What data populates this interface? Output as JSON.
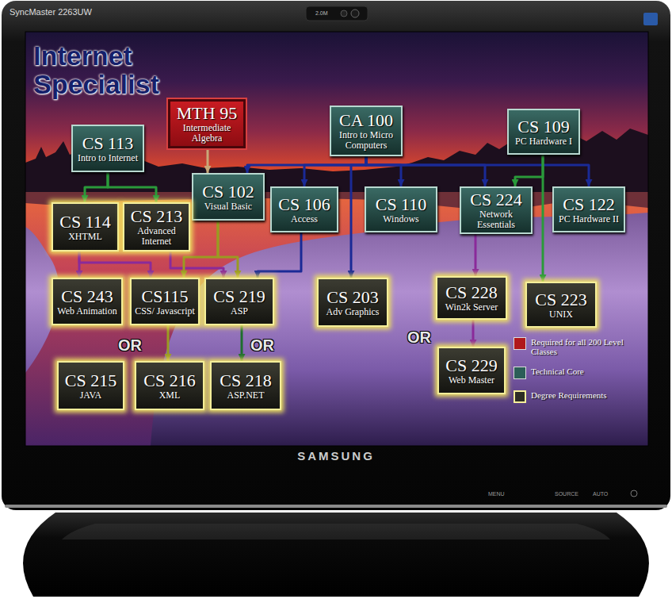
{
  "diagram": {
    "title": "Internet Specialist",
    "nodes": [
      {
        "text": [
          "CS 113",
          "Intro to Internet"
        ]
      },
      {
        "text": [
          "MTH 95",
          "Intermediate Algebra"
        ]
      },
      {
        "text": [
          "CA 100",
          "Intro to Micro Computers"
        ]
      },
      {
        "text": [
          "CS 109",
          "PC Hardware I"
        ]
      },
      {
        "text": [
          "CS 102",
          "Visual Basic"
        ]
      },
      {
        "text": [
          "CS 106",
          "Access"
        ]
      },
      {
        "text": [
          "CS 110",
          "Windows"
        ]
      },
      {
        "text": [
          "CS 224",
          "Network Essentials"
        ]
      },
      {
        "text": [
          "CS 122",
          "PC Hardware II"
        ]
      },
      {
        "text": [
          "CS 114",
          "XHTML"
        ]
      },
      {
        "text": [
          "CS 213",
          "Advanced Internet"
        ]
      },
      {
        "text": [
          "CS 243",
          "Web Animation"
        ]
      },
      {
        "text": [
          "CS115",
          "CSS/ Javascript"
        ]
      },
      {
        "text": [
          "CS 219",
          "ASP"
        ]
      },
      {
        "text": [
          "CS 203",
          "Adv Graphics"
        ]
      },
      {
        "text": [
          "CS 228",
          "Win2k Server"
        ]
      },
      {
        "text": [
          "CS 223",
          "UNIX"
        ]
      },
      {
        "text": [
          "CS 215",
          "JAVA"
        ]
      },
      {
        "text": [
          "CS 216",
          "XML"
        ]
      },
      {
        "text": [
          "CS 218",
          "ASP.NET"
        ]
      },
      {
        "text": [
          "CS 229",
          "Web Master"
        ]
      }
    ],
    "edges": [
      {
        "from": 0,
        "to": 9,
        "arrow": "to"
      },
      {
        "from": 0,
        "to": 10,
        "arrow": "to"
      },
      {
        "from": 1,
        "to": 4,
        "arrow": "to"
      },
      {
        "from": 2,
        "to": 4,
        "arrow": "to"
      },
      {
        "from": 2,
        "to": 5,
        "arrow": "to"
      },
      {
        "from": 2,
        "to": 6,
        "arrow": "to"
      },
      {
        "from": 2,
        "to": 14,
        "arrow": "to"
      },
      {
        "from": 2,
        "to": 7,
        "arrow": "to"
      },
      {
        "from": 2,
        "to": 8,
        "arrow": "to"
      },
      {
        "from": 3,
        "to": 7,
        "arrow": "to"
      },
      {
        "from": 3,
        "to": 16,
        "arrow": "to"
      },
      {
        "from": 9,
        "to": 11,
        "arrow": "to"
      },
      {
        "from": 9,
        "to": 12,
        "arrow": "to"
      },
      {
        "from": 10,
        "to": 13,
        "arrow": "to"
      },
      {
        "from": 4,
        "to": 12,
        "arrow": "to"
      },
      {
        "from": 4,
        "to": 13,
        "arrow": "to"
      },
      {
        "from": 5,
        "to": 13,
        "arrow": "to"
      },
      {
        "from": 12,
        "to": 18,
        "arrow": "to"
      },
      {
        "from": 13,
        "to": 19,
        "arrow": "to"
      },
      {
        "from": 7,
        "to": 15,
        "arrow": "to"
      },
      {
        "from": 15,
        "to": 20,
        "arrow": "to"
      }
    ],
    "labels": [
      "SyncMaster 2263UW",
      "2.0M",
      "OR",
      "OR",
      "OR",
      "SAMSUNG",
      "MENU",
      "SOURCE",
      "AUTO"
    ],
    "legend": [
      {
        "text": "Required for all 200 Level Classes",
        "color": "#b0181c"
      },
      {
        "text": "Technical Core",
        "color": "#2c5e58"
      },
      {
        "text": "Degree Requirements",
        "color": "#2c2c24"
      }
    ]
  }
}
